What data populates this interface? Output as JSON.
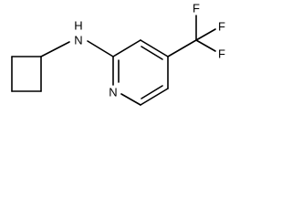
{
  "structure": {
    "atoms": {
      "amine_h": "H",
      "amine_n": "N",
      "ring_n": "N",
      "fluorine_1": "F",
      "fluorine_2": "F",
      "fluorine_3": "F"
    }
  },
  "colors": {
    "bond": "#000000",
    "label": "#000000",
    "background": "#ffffff"
  }
}
